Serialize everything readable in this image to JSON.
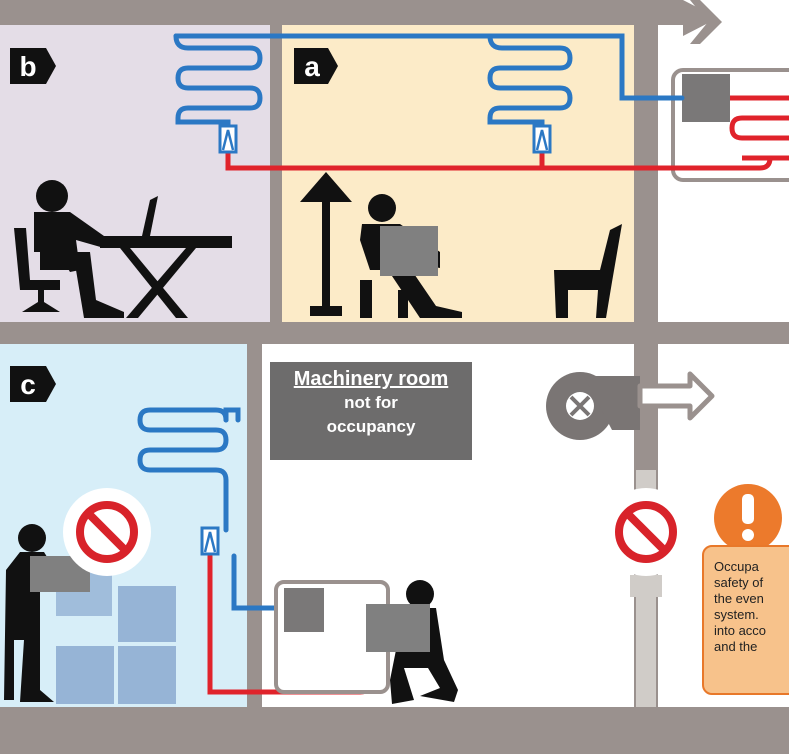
{
  "labels": {
    "room_a": "a",
    "room_b": "b",
    "room_c": "c"
  },
  "sign": {
    "line1": "Machinery room",
    "line2": "not for",
    "line3": "occupancy"
  },
  "note": {
    "lines": [
      "Occupa",
      "safety of",
      "the even",
      "system.",
      "into acco",
      "and the"
    ]
  },
  "icons": {
    "prohibited": "prohibited-icon",
    "warning": "exclamation-warning-icon",
    "fan": "exhaust-fan-icon",
    "valve": "expansion-valve-icon"
  },
  "colors": {
    "wall": "#9a918e",
    "room_a": "#fcebc8",
    "room_b": "#e4dde7",
    "room_c": "#d7eef8",
    "pipe_cold": "#2b78c4",
    "pipe_hot": "#e0232b",
    "prohibited": "#d8232a",
    "warning": "#ec7a2c"
  }
}
